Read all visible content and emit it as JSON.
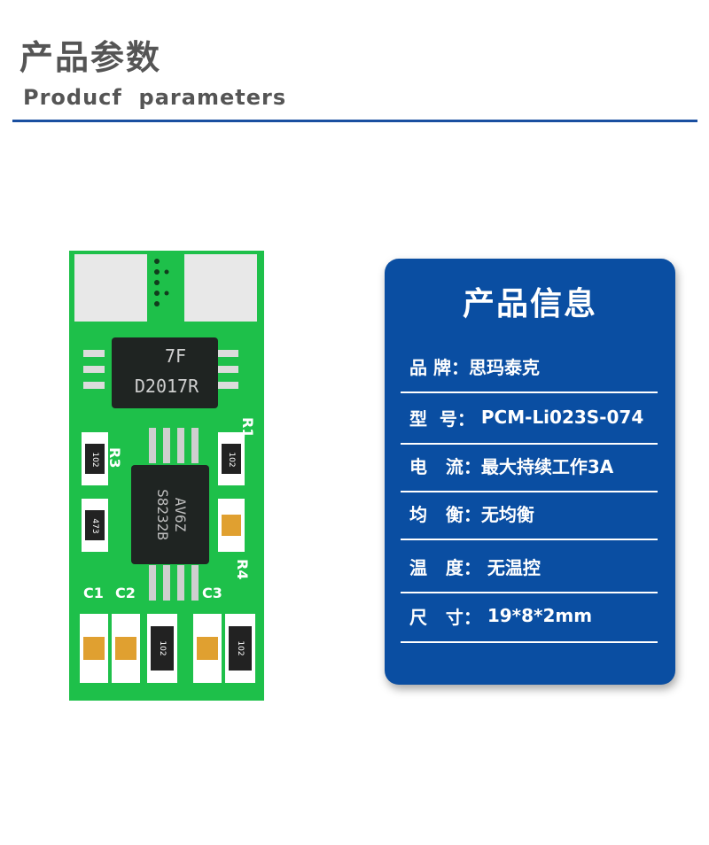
{
  "header": {
    "title_cn": "产品参数",
    "title_en": "Producf  parameters"
  },
  "pcb": {
    "chip1_marks": [
      "7F",
      "D2017R"
    ],
    "chip2_marks": [
      "AV6Z",
      "S8232B"
    ],
    "resistor_codes": [
      "102",
      "473",
      "102",
      "102",
      "102"
    ],
    "silkscreen": [
      "R3",
      "R1",
      "R4",
      "C1",
      "C2",
      "C3"
    ],
    "colors": {
      "board": "#1ec04a",
      "chip": "#1f2422",
      "pad": "#eeeeee",
      "capacitor": "#e0a030"
    }
  },
  "card": {
    "title": "产品信息",
    "rows": [
      {
        "label": "品 牌：",
        "value": "思玛泰克"
      },
      {
        "label": "型  号：",
        "value": " PCM-Li023S-074"
      },
      {
        "label": "电   流：",
        "value": "最大持续工作3A"
      },
      {
        "label": "均   衡：",
        "value": "无均衡"
      },
      {
        "label": "温   度：",
        "value": " 无温控"
      },
      {
        "label": "尺   寸：",
        "value": " 19*8*2mm"
      }
    ]
  },
  "colors": {
    "accent": "#0a4ea2",
    "rule": "#1a4fa0",
    "heading": "#555555"
  }
}
